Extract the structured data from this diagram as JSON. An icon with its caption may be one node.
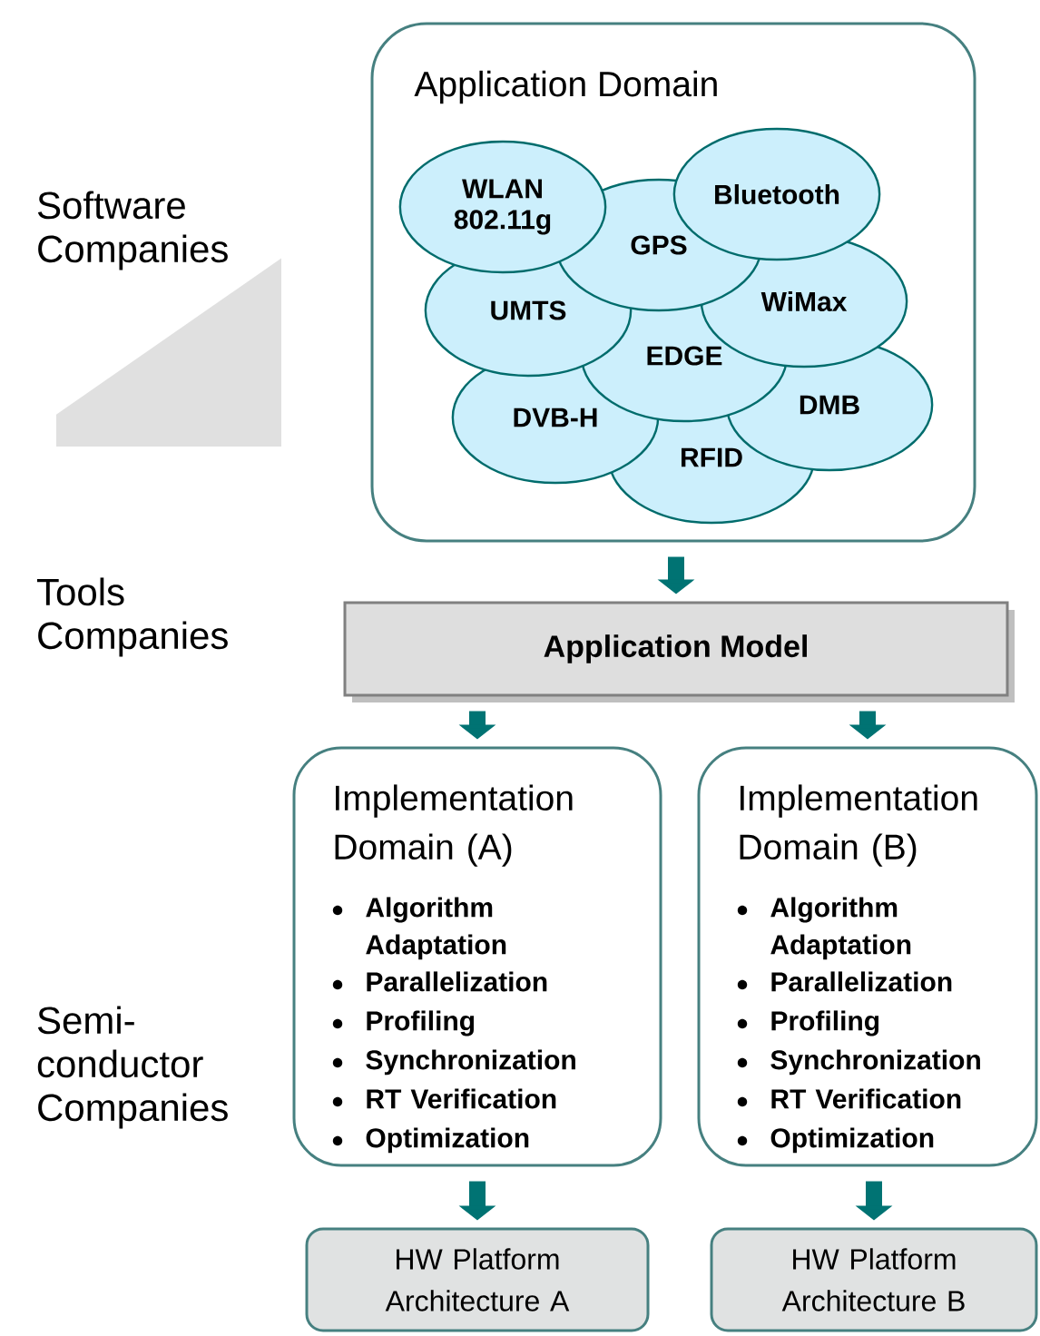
{
  "diagram": {
    "nodes": [
      {
        "text": [
          "Application Domain"
        ]
      },
      {
        "text": [
          "WLAN 802.11g"
        ],
        "in": 0
      },
      {
        "text": [
          "GPS"
        ],
        "in": 0
      },
      {
        "text": [
          "Bluetooth"
        ],
        "in": 0
      },
      {
        "text": [
          "UMTS"
        ],
        "in": 0
      },
      {
        "text": [
          "WiMax"
        ],
        "in": 0
      },
      {
        "text": [
          "EDGE"
        ],
        "in": 0
      },
      {
        "text": [
          "DVB-H"
        ],
        "in": 0
      },
      {
        "text": [
          "DMB"
        ],
        "in": 0
      },
      {
        "text": [
          "RFID"
        ],
        "in": 0
      },
      {
        "text": [
          "Application Model"
        ]
      },
      {
        "text": [
          "Implementation Domain (A)",
          "Algorithm Adaptation",
          "Parallelization",
          "Profiling",
          "Synchronization",
          "RT Verification",
          "Optimization"
        ]
      },
      {
        "text": [
          "Implementation Domain (B)",
          "Algorithm Adaptation",
          "Parallelization",
          "Profiling",
          "Synchronization",
          "RT Verification",
          "Optimization"
        ]
      },
      {
        "text": [
          "HW Platform Architecture A"
        ]
      },
      {
        "text": [
          "HW Platform Architecture B"
        ]
      },
      {
        "text": [
          "Software Companies"
        ]
      },
      {
        "text": [
          "Tools Companies"
        ]
      },
      {
        "text": [
          "Semi- conductor Companies"
        ]
      }
    ],
    "edges": [
      {
        "from": 0,
        "to": 10,
        "arrow": "to"
      },
      {
        "from": 10,
        "to": 11,
        "arrow": "to"
      },
      {
        "from": 10,
        "to": 12,
        "arrow": "to"
      },
      {
        "from": 11,
        "to": 13,
        "arrow": "to"
      },
      {
        "from": 12,
        "to": 14,
        "arrow": "to"
      }
    ]
  }
}
